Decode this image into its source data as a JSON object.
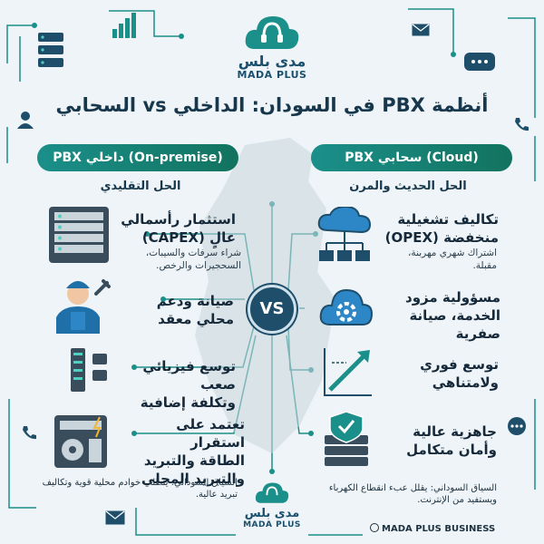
{
  "brand": {
    "name_ar": "مدى بلس",
    "name_en": "MADA PLUS",
    "business": "MADA PLUS BUSINESS"
  },
  "title": "أنظمة PBX في السودان: الداخلي vs السحابي",
  "vs_label": "VS",
  "cloud": {
    "pill": "PBX سحابي (Cloud)",
    "subtitle": "الحل الحديث والمرن",
    "items": [
      {
        "title_line1": "تكاليف تشغيلية",
        "title_line2": "منخفضة (OPEX)",
        "desc": "اشتراك شهري مهربنة، مقبلة.",
        "icon": "cloud-network-icon"
      },
      {
        "title_line1": "مسؤولية مزود",
        "title_line2": "الخدمة، صيانة صفرية",
        "desc": "",
        "icon": "cloud-gear-icon"
      },
      {
        "title_line1": "توسع فوري",
        "title_line2": "ولامتناهي",
        "desc": "",
        "icon": "growth-arrow-icon"
      },
      {
        "title_line1": "جاهزية عالية",
        "title_line2": "وأمان متكامل",
        "desc": "",
        "icon": "secure-server-icon"
      }
    ],
    "footnote": "السياق السوداني: يقلل عبء انقطاع الكهرباء ويستفيد من الإنترنت."
  },
  "onprem": {
    "pill": "PBX داخلي (On-premise)",
    "subtitle": "الحل التقليدي",
    "items": [
      {
        "title_line1": "استثمار رأسمالي",
        "title_line2": "عالٍ (CAPEX)",
        "desc": "شراء سرفات والسيبات، السحجيرات والرخص.",
        "icon": "server-rack-icon"
      },
      {
        "title_line1": "صيانة ودعم",
        "title_line2": "محلي معقد",
        "desc": "",
        "icon": "technician-icon"
      },
      {
        "title_line1": "توسع فيزيائي صعب",
        "title_line2": "وتكلفة إضافية",
        "desc": "",
        "icon": "hardware-expansion-icon"
      },
      {
        "title_line1": "تعتمد على استقرار",
        "title_line2": "الطاقة والتبريد",
        "title_line3": "والتبريد المحلي",
        "desc": "",
        "icon": "cooling-unit-icon"
      }
    ],
    "footnote": "السياق السوداني: يتطلب خوادم محلية قوية وتكاليف تبريد عالية."
  },
  "colors": {
    "accent": "#12735f",
    "navy": "#1f4e6b",
    "bg": "#eef4f7"
  }
}
